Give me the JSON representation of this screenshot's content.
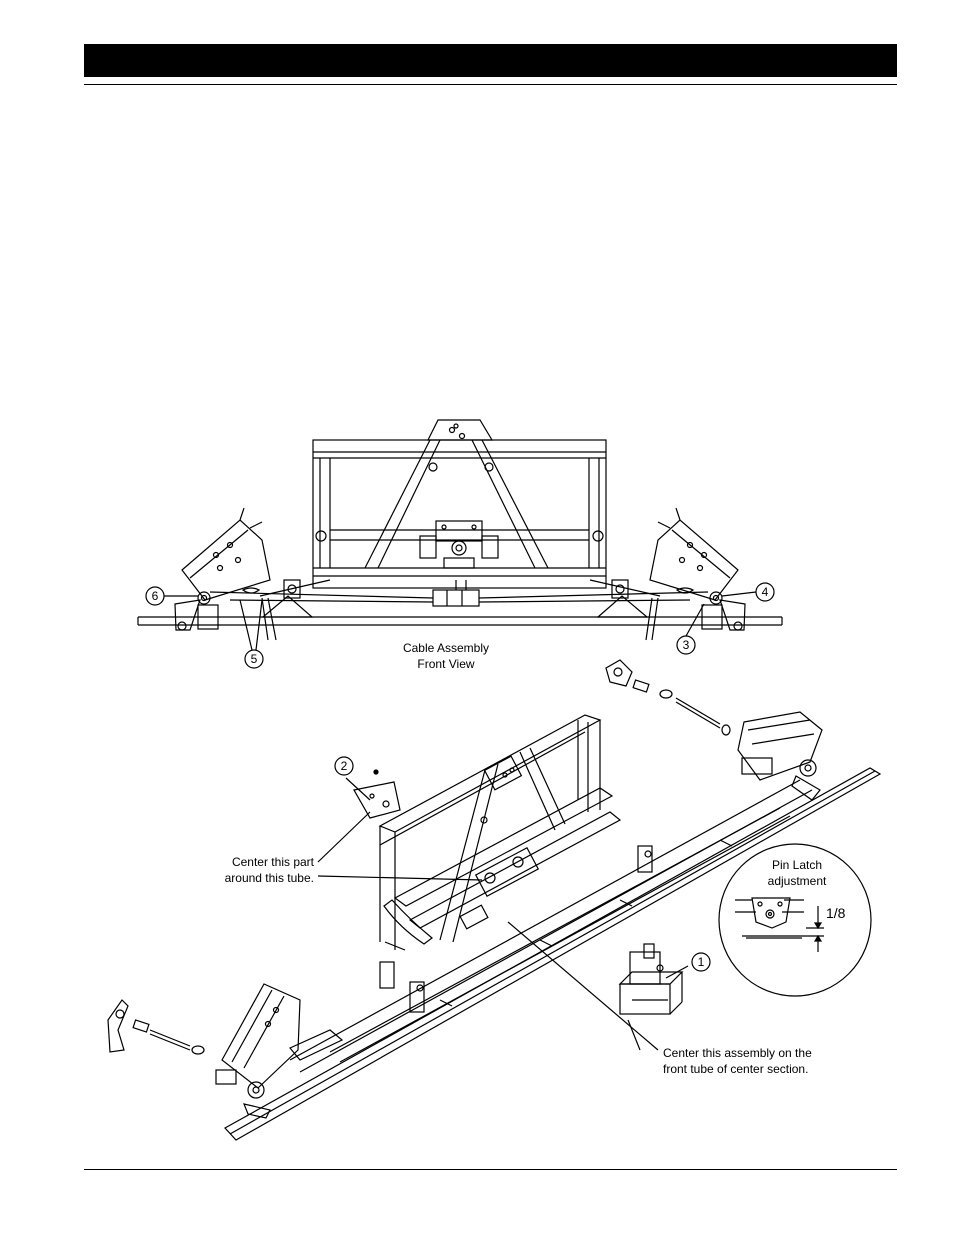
{
  "front_view": {
    "caption_line1": "Cable Assembly",
    "caption_line2": "Front View"
  },
  "callouts": {
    "c1": "1",
    "c2": "2",
    "c3": "3",
    "c4": "4",
    "c5": "5",
    "c6": "6"
  },
  "notes": {
    "center_part_line1": "Center this part",
    "center_part_line2": "around this tube.",
    "center_assembly_line1": "Center this assembly on the",
    "center_assembly_line2": "front tube of center section."
  },
  "detail": {
    "title_line1": "Pin Latch",
    "title_line2": "adjustment",
    "dimension": "1/8"
  }
}
